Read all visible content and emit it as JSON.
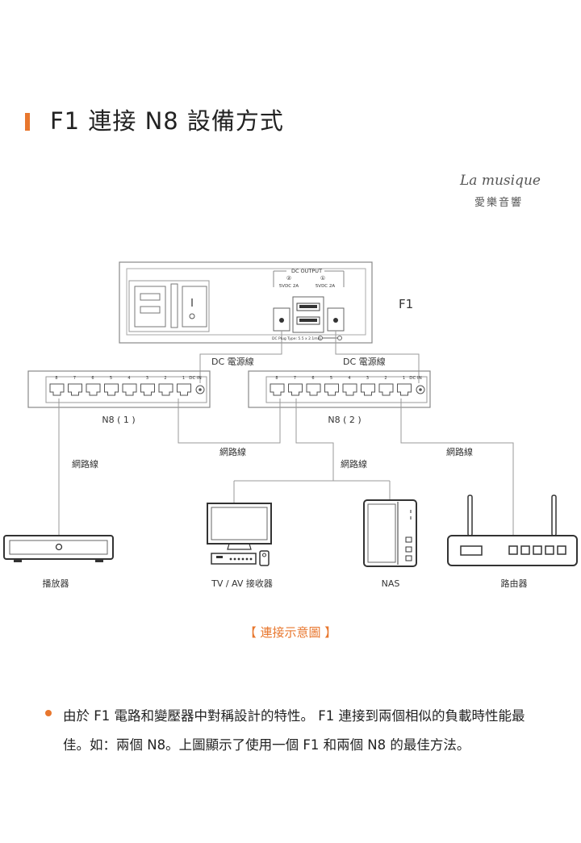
{
  "header": {
    "title": "F1 連接 N8 設備方式"
  },
  "logo": {
    "script": "La musique",
    "chinese": "愛樂音響"
  },
  "f1": {
    "name": "F1",
    "dc_output": "DC OUTPUT",
    "port2_num": "②",
    "port1_num": "①",
    "port2_spec": "5VDC 2A",
    "port1_spec": "5VDC 2A",
    "plug_type": "DC Plug Type: 5.5 x 2.1mm"
  },
  "cables": {
    "dc_left": "DC 電源線",
    "dc_right": "DC 電源線",
    "net_n8_link": "網路線",
    "net_player": "網路線",
    "net_devices": "網路線",
    "net_router": "網路線"
  },
  "switches": [
    {
      "name": "N8 ( 1 )",
      "ports": [
        "8",
        "7",
        "6",
        "5",
        "4",
        "3",
        "2",
        "1"
      ],
      "dc_in": "DC IN"
    },
    {
      "name": "N8 ( 2 )",
      "ports": [
        "8",
        "7",
        "6",
        "5",
        "4",
        "3",
        "2",
        "1"
      ],
      "dc_in": "DC IN"
    }
  ],
  "devices": {
    "player": "播放器",
    "tv": "TV / AV 接收器",
    "nas": "NAS",
    "router": "路由器"
  },
  "caption": "【 連接示意圖 】",
  "description": "由於 F1 電路和變壓器中對稱設計的特性。 F1 連接到兩個相似的負載時性能最佳。如：兩個 N8。上圖顯示了使用一個 F1 和兩個 N8 的最佳方法。",
  "colors": {
    "accent": "#e8772e",
    "line": "#888888"
  }
}
